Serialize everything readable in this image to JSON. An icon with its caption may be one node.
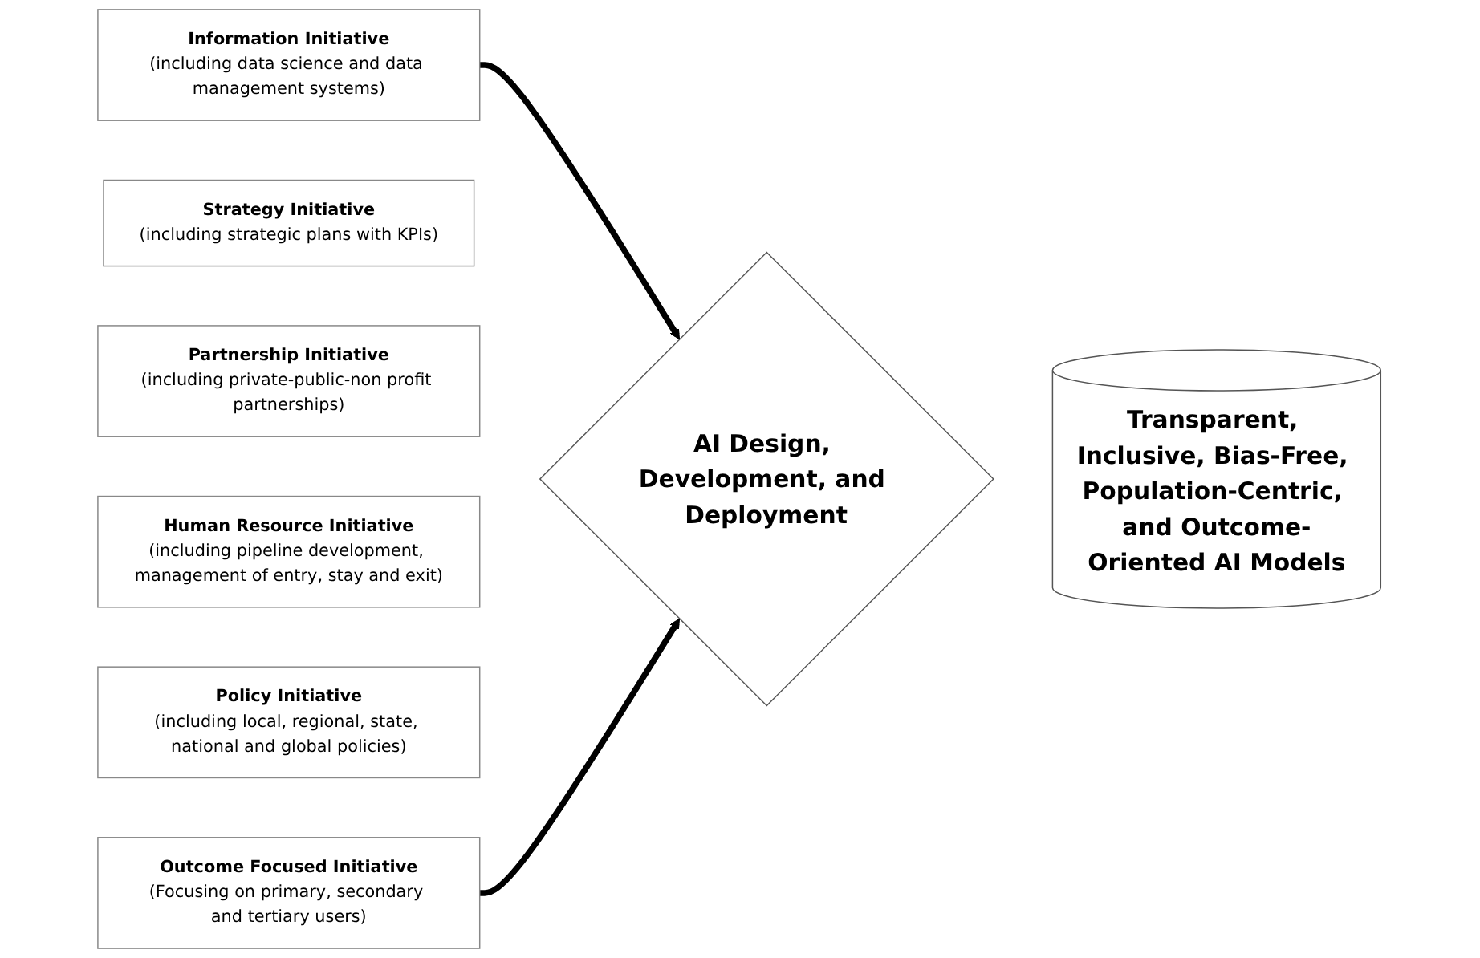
{
  "diagram": {
    "nodes": [
      {
        "text": [
          "Information Initiative",
          "(including data science and data management systems)"
        ]
      },
      {
        "text": [
          "Strategy Initiative",
          "(including strategic plans with KPIs)"
        ]
      },
      {
        "text": [
          "Partnership Initiative",
          "(including private-public-non profit partnerships)"
        ]
      },
      {
        "text": [
          "Human Resource Initiative",
          "(including pipeline development, management of entry, stay and exit)"
        ]
      },
      {
        "text": [
          "Policy Initiative",
          "(including local, regional, state, national and global policies)"
        ]
      },
      {
        "text": [
          "Outcome Focused Initiative",
          "(Focusing on primary, secondary and tertiary users)"
        ]
      },
      {
        "text": [
          "AI Design, Development, and Deployment"
        ]
      },
      {
        "text": [
          "Transparent, Inclusive, Bias-Free, Population-Centric, and Outcome-Oriented AI Models"
        ]
      }
    ],
    "edges": [
      {
        "from": 0,
        "to": 6,
        "arrow": "to"
      },
      {
        "from": 5,
        "to": 6,
        "arrow": "to"
      }
    ]
  }
}
